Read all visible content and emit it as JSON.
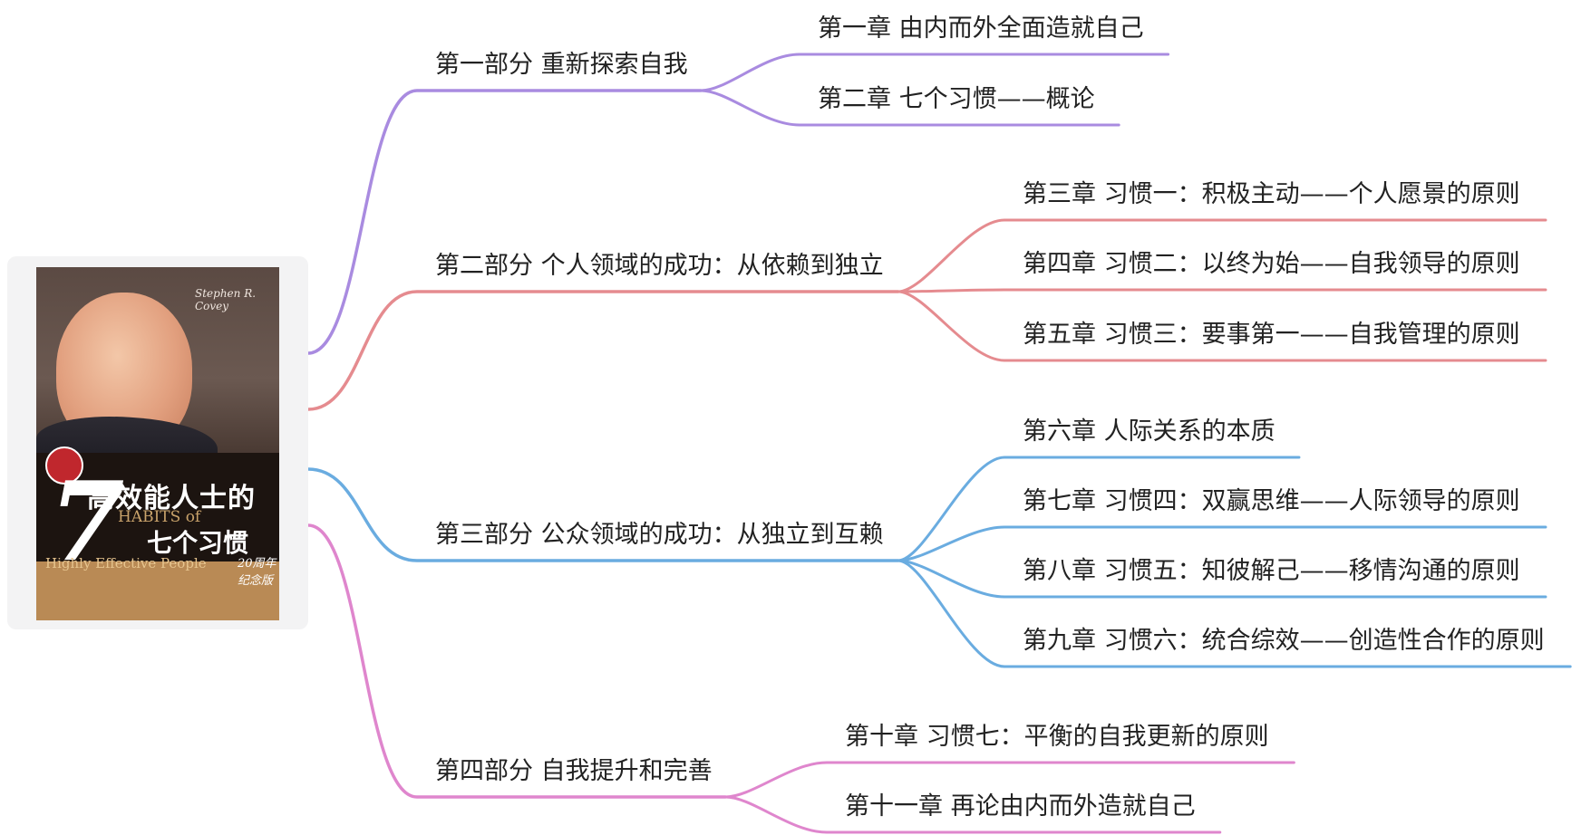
{
  "root": {
    "image": "book-cover-7-habits"
  },
  "colors": {
    "part1": "#a98be0",
    "part2": "#e58b8f",
    "part3": "#6aace0",
    "part4": "#df86cd"
  },
  "parts": [
    {
      "label": "第一部分 重新探索自我",
      "color": "part1",
      "chapters": [
        "第一章 由内而外全面造就自己",
        "第二章 七个习惯——概论"
      ]
    },
    {
      "label": "第二部分 个人领域的成功：从依赖到独立",
      "color": "part2",
      "chapters": [
        "第三章 习惯一：积极主动——个人愿景的原则",
        "第四章 习惯二：以终为始——自我领导的原则",
        "第五章 习惯三：要事第一——自我管理的原则"
      ]
    },
    {
      "label": "第三部分 公众领域的成功：从独立到互赖",
      "color": "part3",
      "chapters": [
        "第六章 人际关系的本质",
        "第七章 习惯四：双赢思维——人际领导的原则",
        "第八章 习惯五：知彼解己——移情沟通的原则",
        "第九章 习惯六：统合综效——创造性合作的原则"
      ]
    },
    {
      "label": "第四部分 自我提升和完善",
      "color": "part4",
      "chapters": [
        "第十章 习惯七：平衡的自我更新的原则",
        "第十一章 再论由内而外造就自己"
      ]
    }
  ]
}
